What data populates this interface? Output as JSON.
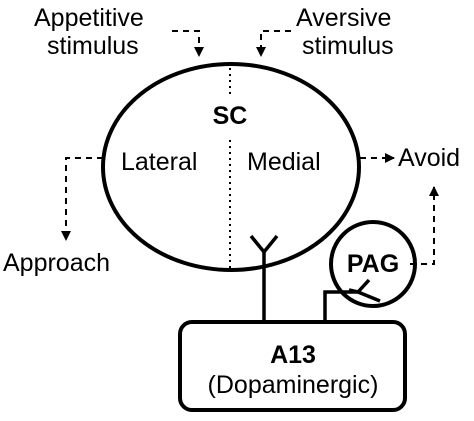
{
  "stimuli": {
    "appetitive_line1": "Appetitive",
    "appetitive_line2": "stimulus",
    "aversive_line1": "Aversive",
    "aversive_line2": "stimulus"
  },
  "sc": {
    "title": "SC",
    "lateral": "Lateral",
    "medial": "Medial"
  },
  "outputs": {
    "approach": "Approach",
    "avoid": "Avoid"
  },
  "pag": {
    "label": "PAG"
  },
  "a13": {
    "title": "A13",
    "subtitle": "(Dopaminergic)"
  }
}
